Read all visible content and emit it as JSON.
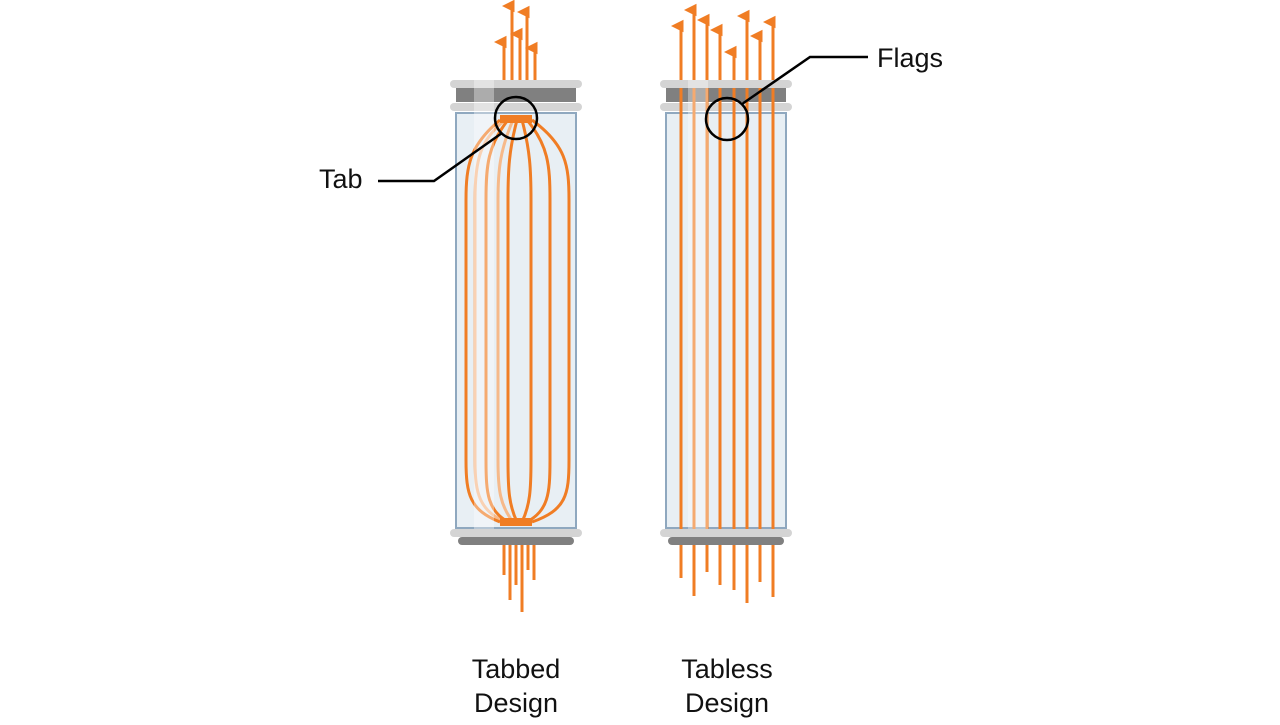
{
  "labels": {
    "tab": "Tab",
    "flags": "Flags"
  },
  "captions": {
    "tabbed_line1": "Tabbed",
    "tabbed_line2": "Design",
    "tabless_line1": "Tabless",
    "tabless_line2": "Design"
  },
  "colors": {
    "current": "#f07d24",
    "current_faded": "#f6b98a",
    "can_fill": "#e8eff4",
    "can_outline": "#8fa8bf",
    "rim_light": "#d4d4d4",
    "rim_dark": "#808080",
    "leader": "#000000"
  }
}
